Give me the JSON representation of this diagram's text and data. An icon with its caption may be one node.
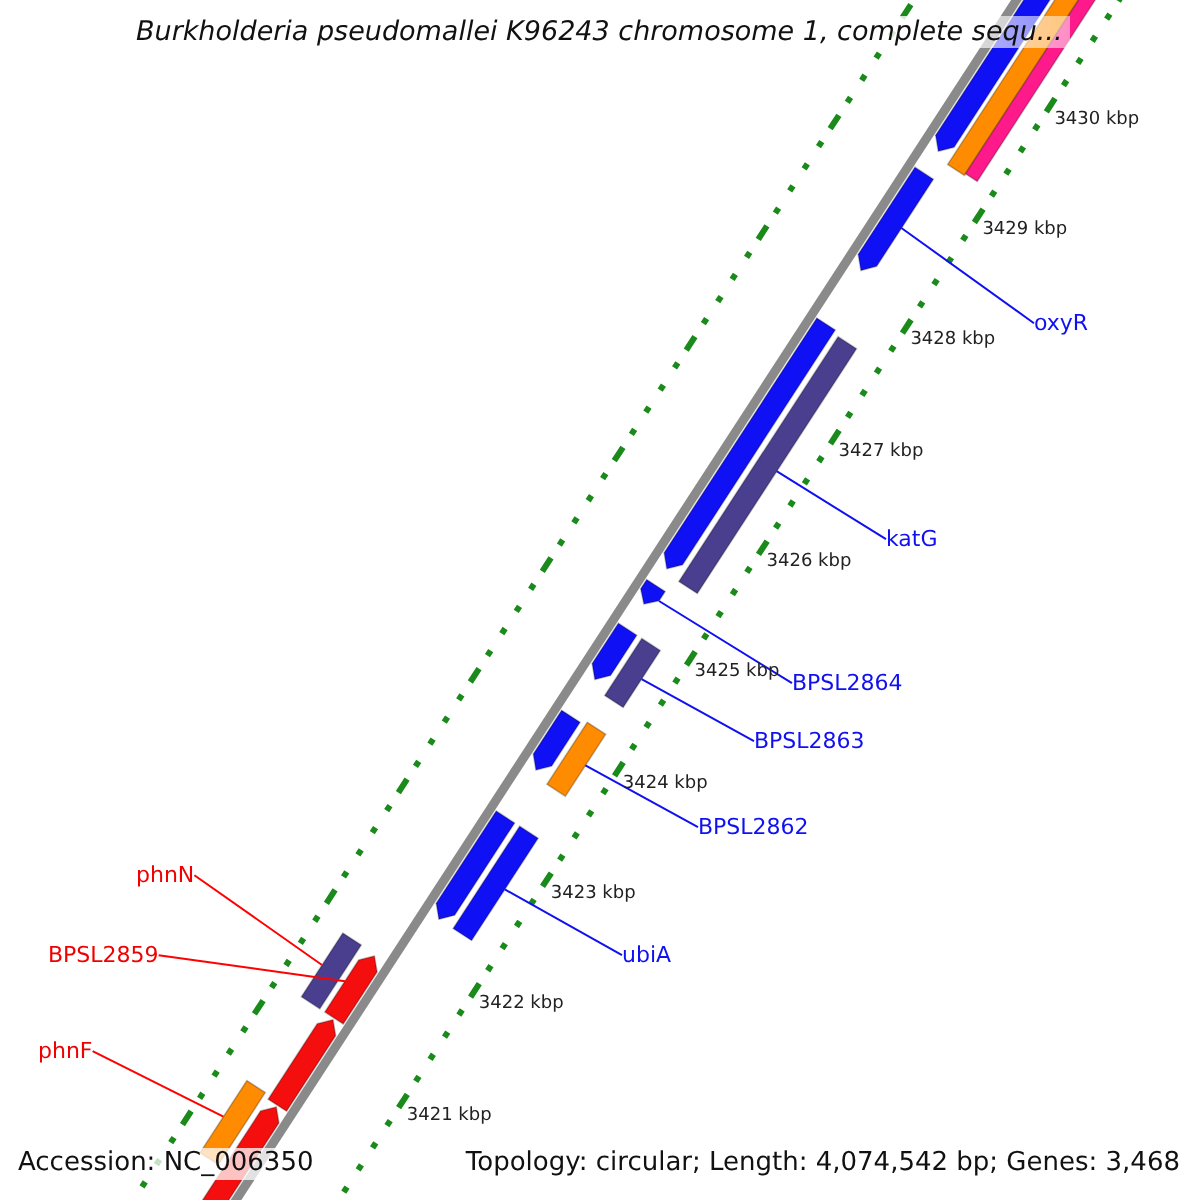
{
  "diagram": {
    "title": "Burkholderia pseudomallei K96243 chromosome 1, complete sequ...",
    "nodes": [
      {
        "text": [
          "oxyR"
        ]
      },
      {
        "text": [
          "katG"
        ]
      },
      {
        "text": [
          "BPSL2864"
        ]
      },
      {
        "text": [
          "BPSL2863"
        ]
      },
      {
        "text": [
          "BPSL2862"
        ]
      },
      {
        "text": [
          "ubiA"
        ]
      },
      {
        "text": [
          "phnN"
        ]
      },
      {
        "text": [
          "BPSL2859"
        ]
      },
      {
        "text": [
          "phnF"
        ]
      },
      {
        "text": [],
        "shape": "arrow"
      },
      {
        "text": [],
        "shape": "bar"
      },
      {
        "text": [],
        "shape": "arrow"
      },
      {
        "text": [],
        "shape": "bar"
      },
      {
        "text": [],
        "shape": "bar"
      },
      {
        "text": [],
        "shape": "bar"
      },
      {
        "text": [],
        "shape": "bar"
      },
      {
        "text": [],
        "shape": "arrow"
      },
      {
        "text": [],
        "shape": "bar"
      }
    ],
    "edges": [
      {
        "from": 0,
        "to": 9,
        "arrow": "none"
      },
      {
        "from": 1,
        "to": 10,
        "arrow": "none"
      },
      {
        "from": 2,
        "to": 11,
        "arrow": "none"
      },
      {
        "from": 3,
        "to": 12,
        "arrow": "none"
      },
      {
        "from": 4,
        "to": 13,
        "arrow": "none"
      },
      {
        "from": 5,
        "to": 14,
        "arrow": "none"
      },
      {
        "from": 6,
        "to": 15,
        "arrow": "none",
        "color": "#ff0000"
      },
      {
        "from": 7,
        "to": 16,
        "arrow": "none",
        "color": "#ff0000"
      },
      {
        "from": 8,
        "to": 17,
        "arrow": "none",
        "color": "#ff0000"
      }
    ],
    "labels": [
      "3430 kbp",
      "3429 kbp",
      "3428 kbp",
      "3427 kbp",
      "3426 kbp",
      "3425 kbp",
      "3424 kbp",
      "3423 kbp",
      "3422 kbp",
      "3421 kbp",
      "Accession: NC_006350",
      "Topology: circular; Length: 4,074,542 bp; Genes: 3,468"
    ]
  }
}
